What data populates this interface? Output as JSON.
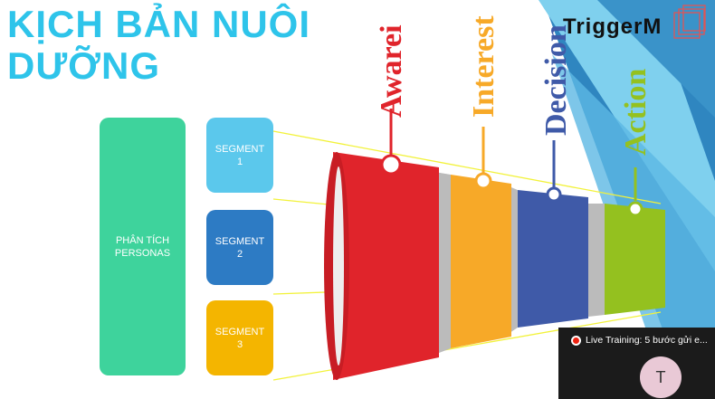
{
  "slide": {
    "title_line1": "KỊCH BẢN NUÔI",
    "title_line2": "DƯỠNG",
    "logo_text": "TriggerM",
    "persona_label": "PHÂN TÍCH PERSONAS",
    "segments": [
      {
        "label": "SEGMENT 1",
        "color": "#5bc8ec"
      },
      {
        "label": "SEGMENT 2",
        "color": "#2d7bc4"
      },
      {
        "label": "SEGMENT 3",
        "color": "#f4b500"
      }
    ],
    "stages": [
      {
        "label": "Awarei",
        "color": "#e0242b"
      },
      {
        "label": "Interest",
        "color": "#f7a928"
      },
      {
        "label": "Decision",
        "color": "#3f5aa8"
      },
      {
        "label": "Action",
        "color": "#94c11f"
      }
    ]
  },
  "overlay": {
    "live_title": "Live Training: 5 bước gửi e...",
    "avatar_initial": "T"
  }
}
